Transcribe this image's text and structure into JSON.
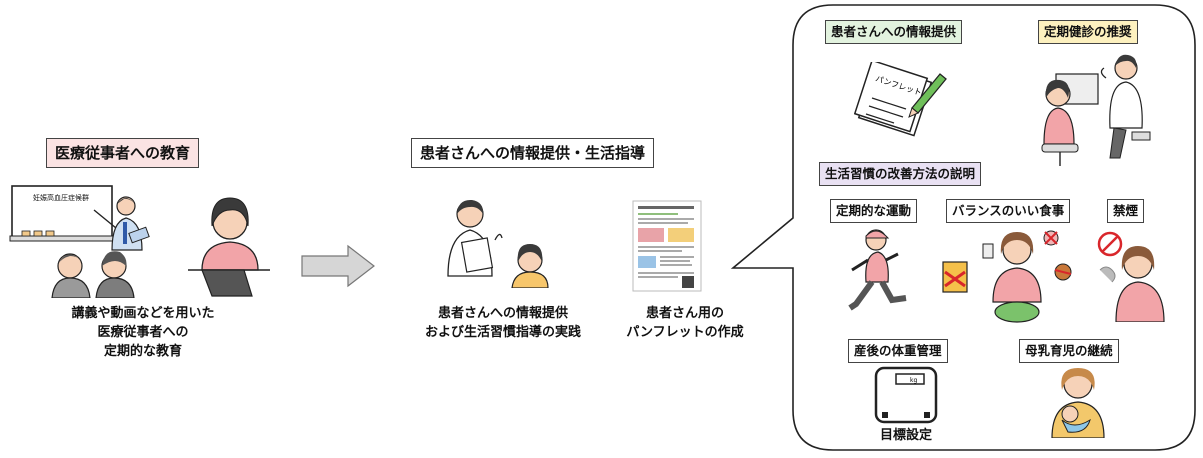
{
  "left": {
    "title": "医療従事者への教育",
    "board_text": "妊娠高血圧症候群",
    "caption_line1": "講義や動画などを用いた",
    "caption_line2": "医療従事者への",
    "caption_line3": "定期的な教育"
  },
  "middle": {
    "title": "患者さんへの情報提供・生活指導",
    "caption1_line1": "患者さんへの情報提供",
    "caption1_line2": "および生活習慣指導の実践",
    "caption2_line1": "患者さん用の",
    "caption2_line2": "パンフレットの作成"
  },
  "bubble": {
    "info_label": "患者さんへの情報提供",
    "pamphlet_text": "パンフレット",
    "checkup_label": "定期健診の推奨",
    "lifestyle_label": "生活習慣の改善方法の説明",
    "exercise_label": "定期的な運動",
    "diet_label": "バランスのいい食事",
    "smoking_label": "禁煙",
    "weight_label": "産後の体重管理",
    "scale_text": "kg",
    "target_label": "目標設定",
    "breastfeeding_label": "母乳育児の継続"
  },
  "colors": {
    "pink_fill": "#fbe3e3",
    "green_fill": "#e3f3df",
    "yellow_fill": "#fdf1bf",
    "purple_fill": "#e9e1f3",
    "skin": "#f6d2b8",
    "shirt_pink": "#f2a4a8",
    "hair_dark": "#3a3a3a",
    "arrow_gray": "#d6d6d6"
  }
}
